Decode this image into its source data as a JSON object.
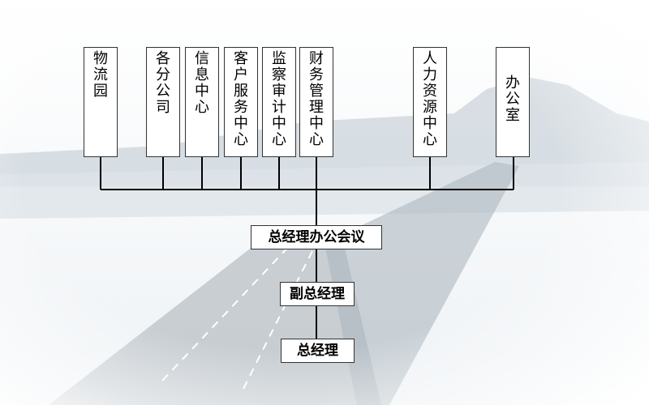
{
  "departments": [
    {
      "label": "物流园"
    },
    {
      "label": "各分公司"
    },
    {
      "label": "信息中心"
    },
    {
      "label": "客户服务中心"
    },
    {
      "label": "监察审计中心"
    },
    {
      "label": "财务管理中心"
    },
    {
      "label": "人力资源中心"
    },
    {
      "label": "办公室"
    }
  ],
  "hierarchy": {
    "meeting": "总经理办公会议",
    "deputy": "副总经理",
    "gm": "总经理"
  },
  "colors": {
    "line": "#000000",
    "box_border": "#333333",
    "box_fill": "#ffffff"
  }
}
